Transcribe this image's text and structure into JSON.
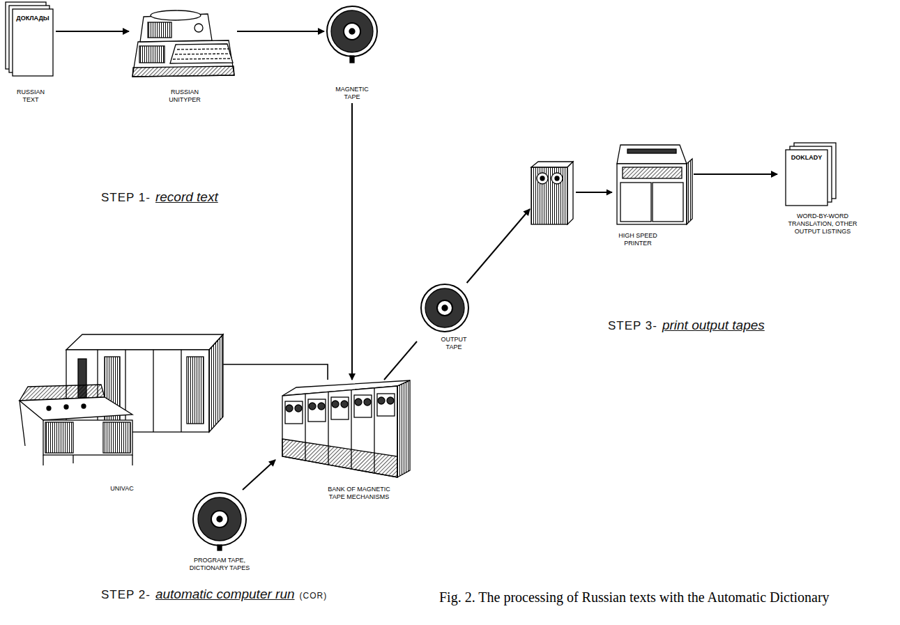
{
  "diagram": {
    "caption": "Fig. 2. The processing of Russian texts with the Automatic Dictionary",
    "nodes": [
      {
        "text": [
          "ДОКЛАДЫ",
          "RUSSIAN TEXT"
        ]
      },
      {
        "text": [
          "RUSSIAN UNITYPER"
        ]
      },
      {
        "text": [
          "MAGNETIC TAPE"
        ]
      },
      {
        "text": [
          "UNIVAC"
        ]
      },
      {
        "text": [
          "BANK OF MAGNETIC TAPE MECHANISMS"
        ]
      },
      {
        "text": [
          "PROGRAM TAPE, DICTIONARY TAPES"
        ]
      },
      {
        "text": [
          "OUTPUT TAPE"
        ]
      },
      {
        "text": [
          "HIGH SPEED PRINTER"
        ]
      },
      {
        "text": [
          "DOKLADY",
          "WORD-BY-WORD TRANSLATION, OTHER OUTPUT LISTINGS"
        ]
      }
    ],
    "edges": [
      {
        "from": 0,
        "to": 1,
        "arrow": "to"
      },
      {
        "from": 1,
        "to": 2,
        "arrow": "to"
      },
      {
        "from": 2,
        "to": 4,
        "arrow": "to"
      },
      {
        "from": 3,
        "to": 4,
        "arrow": "none"
      },
      {
        "from": 5,
        "to": 4,
        "arrow": "to"
      },
      {
        "from": 4,
        "to": 6,
        "arrow": "none"
      },
      {
        "from": 6,
        "to": 7,
        "arrow": "to"
      },
      {
        "from": 7,
        "to": 8,
        "arrow": "to"
      }
    ],
    "labels": [
      "STEP 1-",
      "record text",
      "STEP 2-",
      "automatic computer run",
      "(COR)",
      "STEP 3-",
      "print output tapes"
    ]
  }
}
